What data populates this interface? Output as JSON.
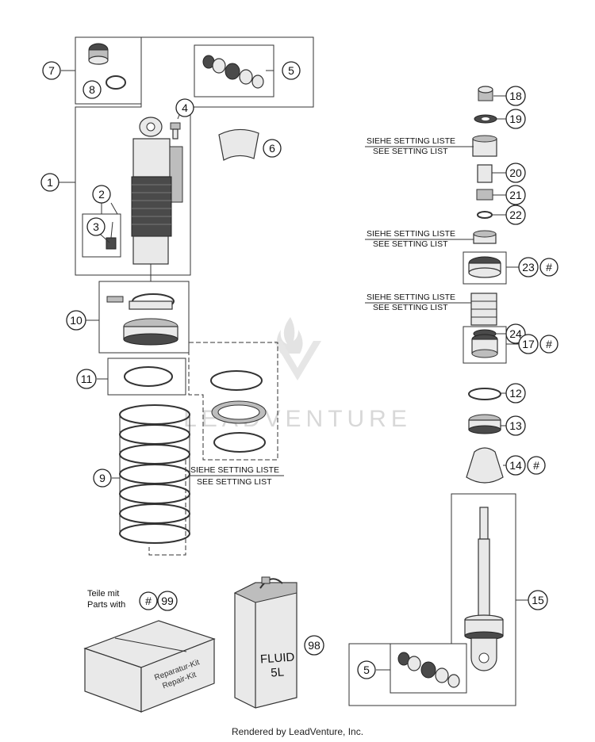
{
  "callouts": {
    "c1": "1",
    "c2": "2",
    "c3": "3",
    "c4": "4",
    "c5": "5",
    "c5b": "5",
    "c6": "6",
    "c7": "7",
    "c8": "8",
    "c9": "9",
    "c10": "10",
    "c11": "11",
    "c12": "12",
    "c13": "13",
    "c14": "14",
    "c15": "15",
    "c17": "17",
    "c18": "18",
    "c19": "19",
    "c20": "20",
    "c21": "21",
    "c22": "22",
    "c23": "23",
    "c24": "24",
    "c98": "98",
    "c99": "99",
    "hash": "#"
  },
  "setting": {
    "de": "SIEHE SETTING LISTE",
    "en": "SEE SETTING LIST"
  },
  "legend": {
    "line1": "Teile mit",
    "line2": "Parts with"
  },
  "can": {
    "line1": "FLUID",
    "line2": "5L"
  },
  "kit": {
    "line1": "Reparatur-Kit",
    "line2": "Repair-Kit"
  },
  "watermark": "LEADVENTURE",
  "footer": "Rendered by LeadVenture, Inc."
}
